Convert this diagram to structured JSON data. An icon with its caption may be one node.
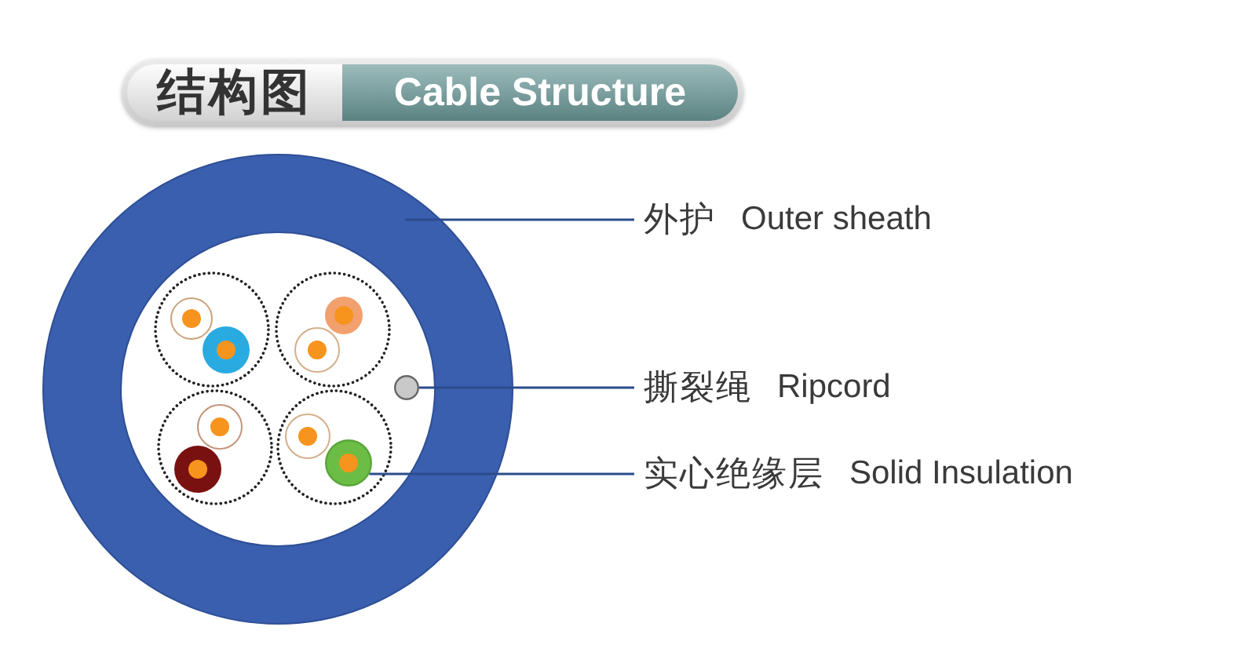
{
  "diagram": {
    "nodes": [
      {
        "text": [
          "结构图",
          "Cable Structure"
        ]
      },
      {
        "text": [],
        "shape": "circle"
      },
      {
        "text": [],
        "shape": "circle",
        "in": 1
      },
      {
        "text": [],
        "shape": "circle",
        "in": 1
      },
      {
        "text": [
          "外护",
          "Outer sheath"
        ]
      },
      {
        "text": [
          "撕裂绳",
          "Ripcord"
        ]
      },
      {
        "text": [
          "实心绝缘层",
          "Solid Insulation"
        ]
      }
    ],
    "edges": [
      {
        "from": 4,
        "to": 1,
        "arrow": "none"
      },
      {
        "from": 5,
        "to": 2,
        "arrow": "none"
      },
      {
        "from": 6,
        "to": 3,
        "arrow": "none"
      }
    ]
  }
}
